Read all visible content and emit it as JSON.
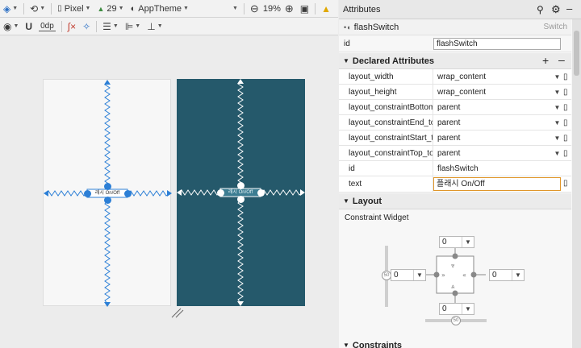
{
  "toolbar": {
    "device": "Pixel",
    "api": "29",
    "theme": "AppTheme",
    "zoom_minus": "⊖",
    "zoom": "19%",
    "zoom_plus": "⊕",
    "margin": "0dp"
  },
  "design": {
    "switch_label_1": "래시 On/Off",
    "switch_label_2": "래시 On/Off"
  },
  "attributes": {
    "panel_title": "Attributes",
    "component_id": "flashSwitch",
    "component_type": "Switch",
    "id_label": "id",
    "id_value": "flashSwitch",
    "declared_title": "Declared Attributes",
    "rows": [
      {
        "name": "layout_width",
        "value": "wrap_content"
      },
      {
        "name": "layout_height",
        "value": "wrap_content"
      },
      {
        "name": "layout_constraintBottom_toBottomOf",
        "value": "parent"
      },
      {
        "name": "layout_constraintEnd_toEndOf",
        "value": "parent"
      },
      {
        "name": "layout_constraintStart_toStartOf",
        "value": "parent"
      },
      {
        "name": "layout_constraintTop_toTopOf",
        "value": "parent"
      },
      {
        "name": "id",
        "value": "flashSwitch"
      },
      {
        "name": "text",
        "value": "플래시 On/Off"
      }
    ],
    "layout_title": "Layout",
    "constraint_widget_label": "Constraint Widget",
    "margins": {
      "top": "0",
      "left": "0",
      "right": "0",
      "bottom": "0"
    },
    "bias": {
      "vertical": "50",
      "horizontal": "50"
    },
    "constraints_title": "Constraints"
  }
}
